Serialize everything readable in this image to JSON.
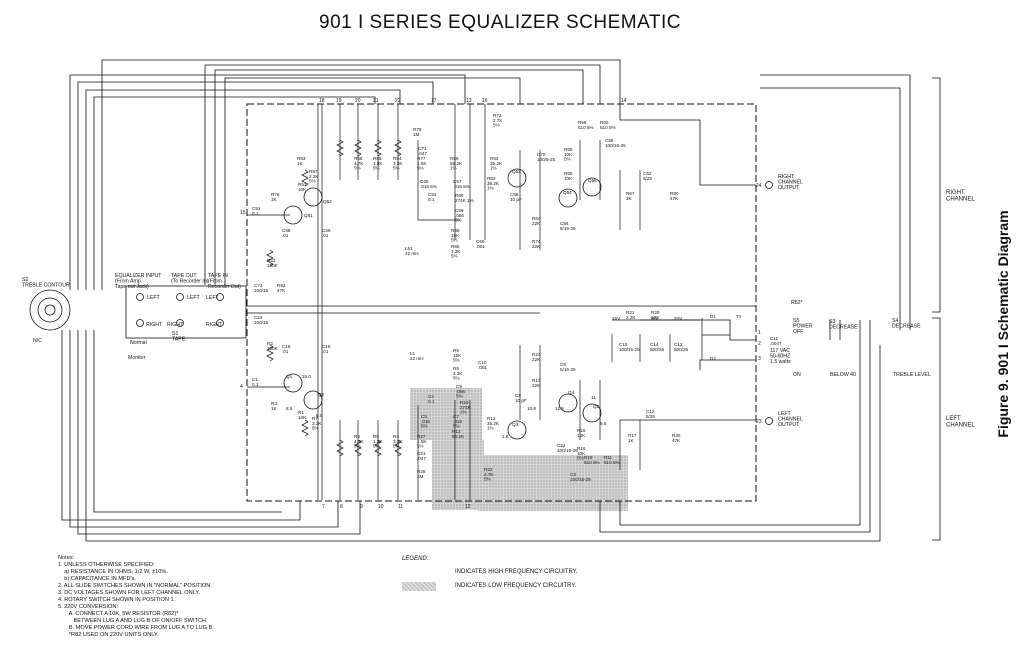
{
  "title": "901 I SERIES EQUALIZER SCHEMATIC",
  "figure_caption": "Figure 9. 901 I Schematic Diagram",
  "channels": {
    "right": "RIGHT\nCHANNEL",
    "left": "LEFT\nCHANNEL"
  },
  "jacks": {
    "eq_input": "EQUALIZER INPUT\n(From Amp.\nTape out Jack)",
    "tape_out": "TAPE OUT\n(To Recorder In)",
    "tape_in": "TAPE IN\n(From\nRecorder Out)",
    "left": "LEFT",
    "right": "RIGHT",
    "right_output": "RIGHT\nCHANNEL\nOUTPUT",
    "left_output": "LEFT\nCHANNEL\nOUTPUT"
  },
  "switches": {
    "s2": "S2\nTREBLE CONTOUR",
    "s1": "S1\nTAPE",
    "s1_normal": "Normal",
    "s1_monitor": "Monitor",
    "s3": "S3\nDECREASE",
    "s4": "S4\nDECREASE",
    "s5": "S5\nPOWER\nOFF",
    "below40": "BELOW 40",
    "treble_level": "TREBLE LEVEL",
    "on": "ON",
    "power": "117 VAC\n50-60HZ\n1.5 watts",
    "r82": "R82*",
    "nc": "N/C"
  },
  "components": {
    "r78": "R78\n1M",
    "c71": "C71\n.047",
    "r72": "R72\n2.7K\n5%",
    "r61": "R61\n10K\n5%",
    "c55": "C55\n100/15-25",
    "r60": "R60\n510 5%",
    "r56": "R56\n510 5%",
    "r53": "R53\n1K",
    "r57": "R57\n2.2K\n5%",
    "r51": "R51\n10K",
    "r76": "R76\n1K",
    "q51": "Q51",
    "q52": "Q52",
    "q53": "Q53",
    "q54": "Q54",
    "q55": "Q55",
    "c51": "C51\n0.1",
    "c68": "C68\n.01",
    "c69": "C69\n.01",
    "r52": "R52\n150K",
    "c73": "C73\n100/15",
    "r92": "R92\n47K",
    "r58": "R58\n4.7K\n5%",
    "r55": "R55\n1.8K\n5%",
    "r54": "R54\n3.3K\n5%",
    "r77": "R77\n1.5K\n5%",
    "r59": "R59\n56.2K\n1%",
    "r62": "R62\n35.2K\n1%",
    "c70": "C70\n100/5-25",
    "r66": "R66\n10K\n5%",
    "r65": "R65\n10K",
    "r63": "R63\n39.2K\n1%",
    "c58": "C58\n10 pF",
    "r64": "R64\n22K",
    "r74": "R74\n22K",
    "c56": "C56\n5/15-25",
    "c65": "C65\n.015 5%",
    "c57": "C57\n.015 5%",
    "c54": "C54\n0.1",
    "r69": "R69\n274K 1%",
    "c59": "C59\n.056\n5%",
    "r68": "R68\n15K\n5%",
    "r65b": "R65\n3.3K\n5%",
    "c60": "C60\n.001",
    "l51": "L51\n22 mH",
    "c62": "C62\n5/25",
    "r67": "R67\n1K",
    "r80": "R80\n47K",
    "r21": "R21\n2.2K",
    "r20": "R20\n100",
    "d1": "D1",
    "d2": "D2",
    "t1": "T1",
    "c15": "C15\n100/15-25",
    "c14": "C14\n500/25",
    "c13": "C13\n500/25",
    "v16": "16V",
    "v18": "18V",
    "v20": "20V",
    "c23": "C23\n100/15",
    "r2": "R2\n150K",
    "c18": "C18\n.01",
    "c19": "C19\n.01",
    "c1": "C1\n0.1",
    "q1": "Q1",
    "q2": "Q2",
    "r1": "R1\n10K",
    "r3": "R3\n1K",
    "r7": "R7\n2.2K\n5%",
    "r6": "R6\n4.7K\n5%",
    "r5": "R5\n1.8K\n5%",
    "r4": "R4\n3.3K\n5%",
    "r27": "R27\n1.5K\n5%",
    "c21": "C21\n.047",
    "r28": "R28\n1M",
    "l1": "L1\n22 mH",
    "r9": "R9\n15K\n5%",
    "r8": "R8\n3.3K\n5%",
    "c10": "C10\n.001",
    "c9": "C9\n.056\n5%",
    "r19": "R19\n274K\n1%",
    "c4": "C4\n0.1",
    "c5": "C5\n.015\n5%",
    "c7": "C7\n.015\n5%",
    "r13": "R13\n56.2K",
    "r12": "R12\n35.2K\n1%",
    "q3": "Q3",
    "q4": "Q4",
    "q5": "Q5",
    "c8": "C8\n10 pF",
    "r24": "R24\n22K",
    "r14": "R14\n22K",
    "c6": "C6\n5/15-25",
    "r15": "R15\n10K",
    "r16": "R16\n10K\n5%",
    "r10": "R10\n510 5%",
    "r11": "R11\n510 5%",
    "c22": "C22\n100/15-25",
    "r22": "R22\n2.7K\n5%",
    "c3": "C3\n100/15-25",
    "c12": "C12\n5/25",
    "r17": "R17\n1K",
    "r30": "R30\n47K",
    "c11": "C11\n.0047",
    "v15_0": "15.0",
    "v8_5": "8.5",
    "v8_0": "8.0",
    "v10_8": "10.8",
    "v1_8": "1.8",
    "v12_5": "12.5",
    "v11": "11",
    "v9_5": "9.5"
  },
  "nodes": [
    "18",
    "19",
    "20",
    "21",
    "22",
    "17",
    "13",
    "16",
    "14",
    "24",
    "15",
    "4",
    "1",
    "2",
    "3",
    "23",
    "7",
    "8",
    "9",
    "10",
    "11",
    "12"
  ],
  "notes": [
    "Notes:",
    "1. UNLESS OTHERWISE SPECIFIED:",
    "    a) RESISTANCE IN OHMS, 1/2 W, ±10%.",
    "    b) CAPACITANCE IN MFD's.",
    "2. ALL SLIDE SWITCHES SHOWN IN \"NORMAL\" POSITION.",
    "3. DC VOLTAGES SHOWN FOR LEFT CHANNEL ONLY.",
    "4. ROTARY SWITCH SHOWN IN POSITION 1.",
    "5. 220V CONVERSION:",
    "       A. CONNECT A 10K, 5W RESISTOR (R82)*",
    "          BETWEEN LUG A AND LUG B OF ON/OFF SWITCH.",
    "       B. MOVE POWER CORD WIRE FROM LUG A TO LUG B.",
    "       *R82 USED ON 220V UNITS ONLY."
  ],
  "legend": {
    "heading": "LEGEND:",
    "high": "INDICATES HIGH FREQUENCY CIRCUITRY.",
    "low": "INDICATES LOW FREQUENCY CIRCUITRY."
  },
  "colors": {
    "ink": "#111111",
    "low_freq_shade": "#c9c9c9"
  }
}
